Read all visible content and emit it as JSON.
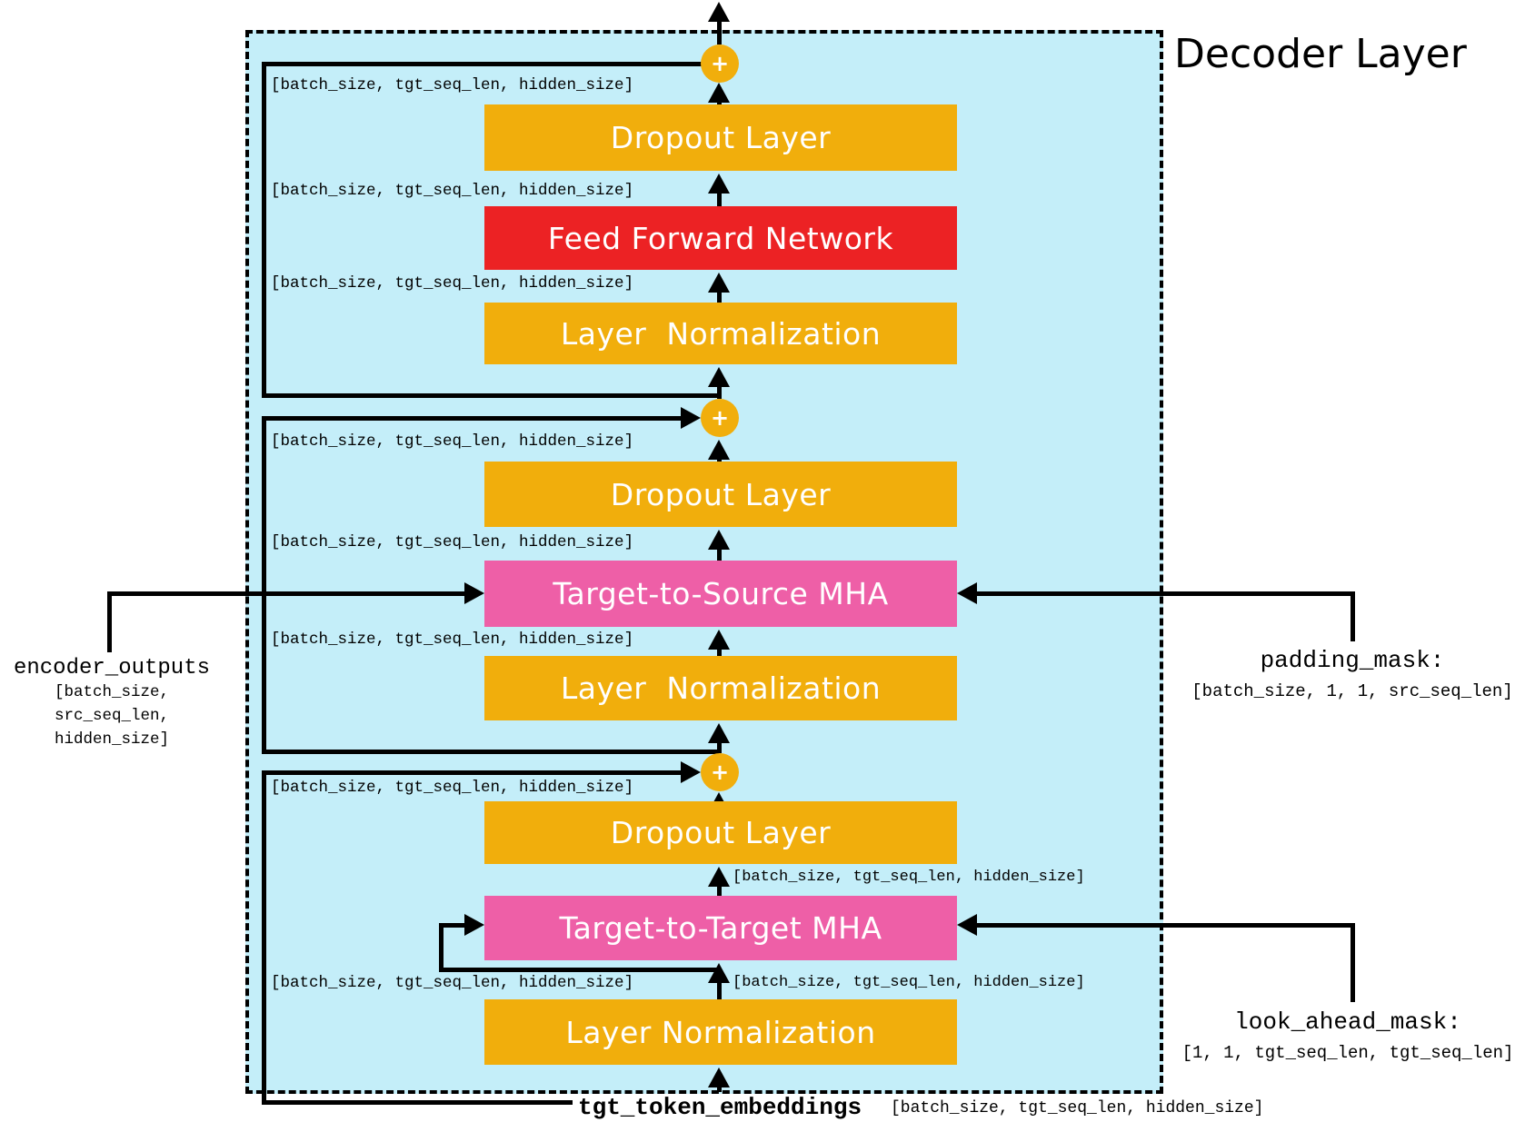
{
  "title": "Decoder Layer",
  "plus": "+",
  "colors": {
    "orange": "#F1AE0C",
    "red": "#EC2224",
    "pink": "#EE5FA7",
    "cyan": "#C4EEF9",
    "ink": "#000000"
  },
  "blocks": {
    "dropout_top": "Dropout Layer",
    "ffn": "Feed Forward Network",
    "ln_top": "Layer  Normalization",
    "dropout_mid": "Dropout Layer",
    "mha_t2s": "Target-to-Source MHA",
    "ln_mid": "Layer  Normalization",
    "dropout_bot": "Dropout Layer",
    "mha_t2t": "Target-to-Target MHA",
    "ln_bot": "Layer Normalization"
  },
  "shapes": {
    "a1": "[batch_size, tgt_seq_len, hidden_size]",
    "a2": "[batch_size, tgt_seq_len, hidden_size]",
    "a3": "[batch_size, tgt_seq_len, hidden_size]",
    "b1": "[batch_size, tgt_seq_len, hidden_size]",
    "b2": "[batch_size, tgt_seq_len, hidden_size]",
    "b3": "[batch_size, tgt_seq_len, hidden_size]",
    "c1": "[batch_size, tgt_seq_len, hidden_size]",
    "c2": "[batch_size, tgt_seq_len, hidden_size]",
    "c3": "[batch_size, tgt_seq_len, hidden_size]",
    "c4": "[batch_size, tgt_seq_len, hidden_size]",
    "bottom_right": "[batch_size, tgt_seq_len, hidden_size]"
  },
  "inputs": {
    "encoder_outputs": {
      "name": "encoder_outputs",
      "shape": "[batch_size,\nsrc_seq_len,\nhidden_size]"
    },
    "padding_mask": {
      "name": "padding_mask:",
      "shape": "[batch_size, 1, 1, src_seq_len]"
    },
    "look_ahead_mask": {
      "name": "look_ahead_mask:",
      "shape": "[1, 1, tgt_seq_len, tgt_seq_len]"
    },
    "tgt_token_embeddings": {
      "name": "tgt_token_embeddings",
      "shape": "[batch_size, tgt_seq_len, hidden_size]"
    }
  }
}
